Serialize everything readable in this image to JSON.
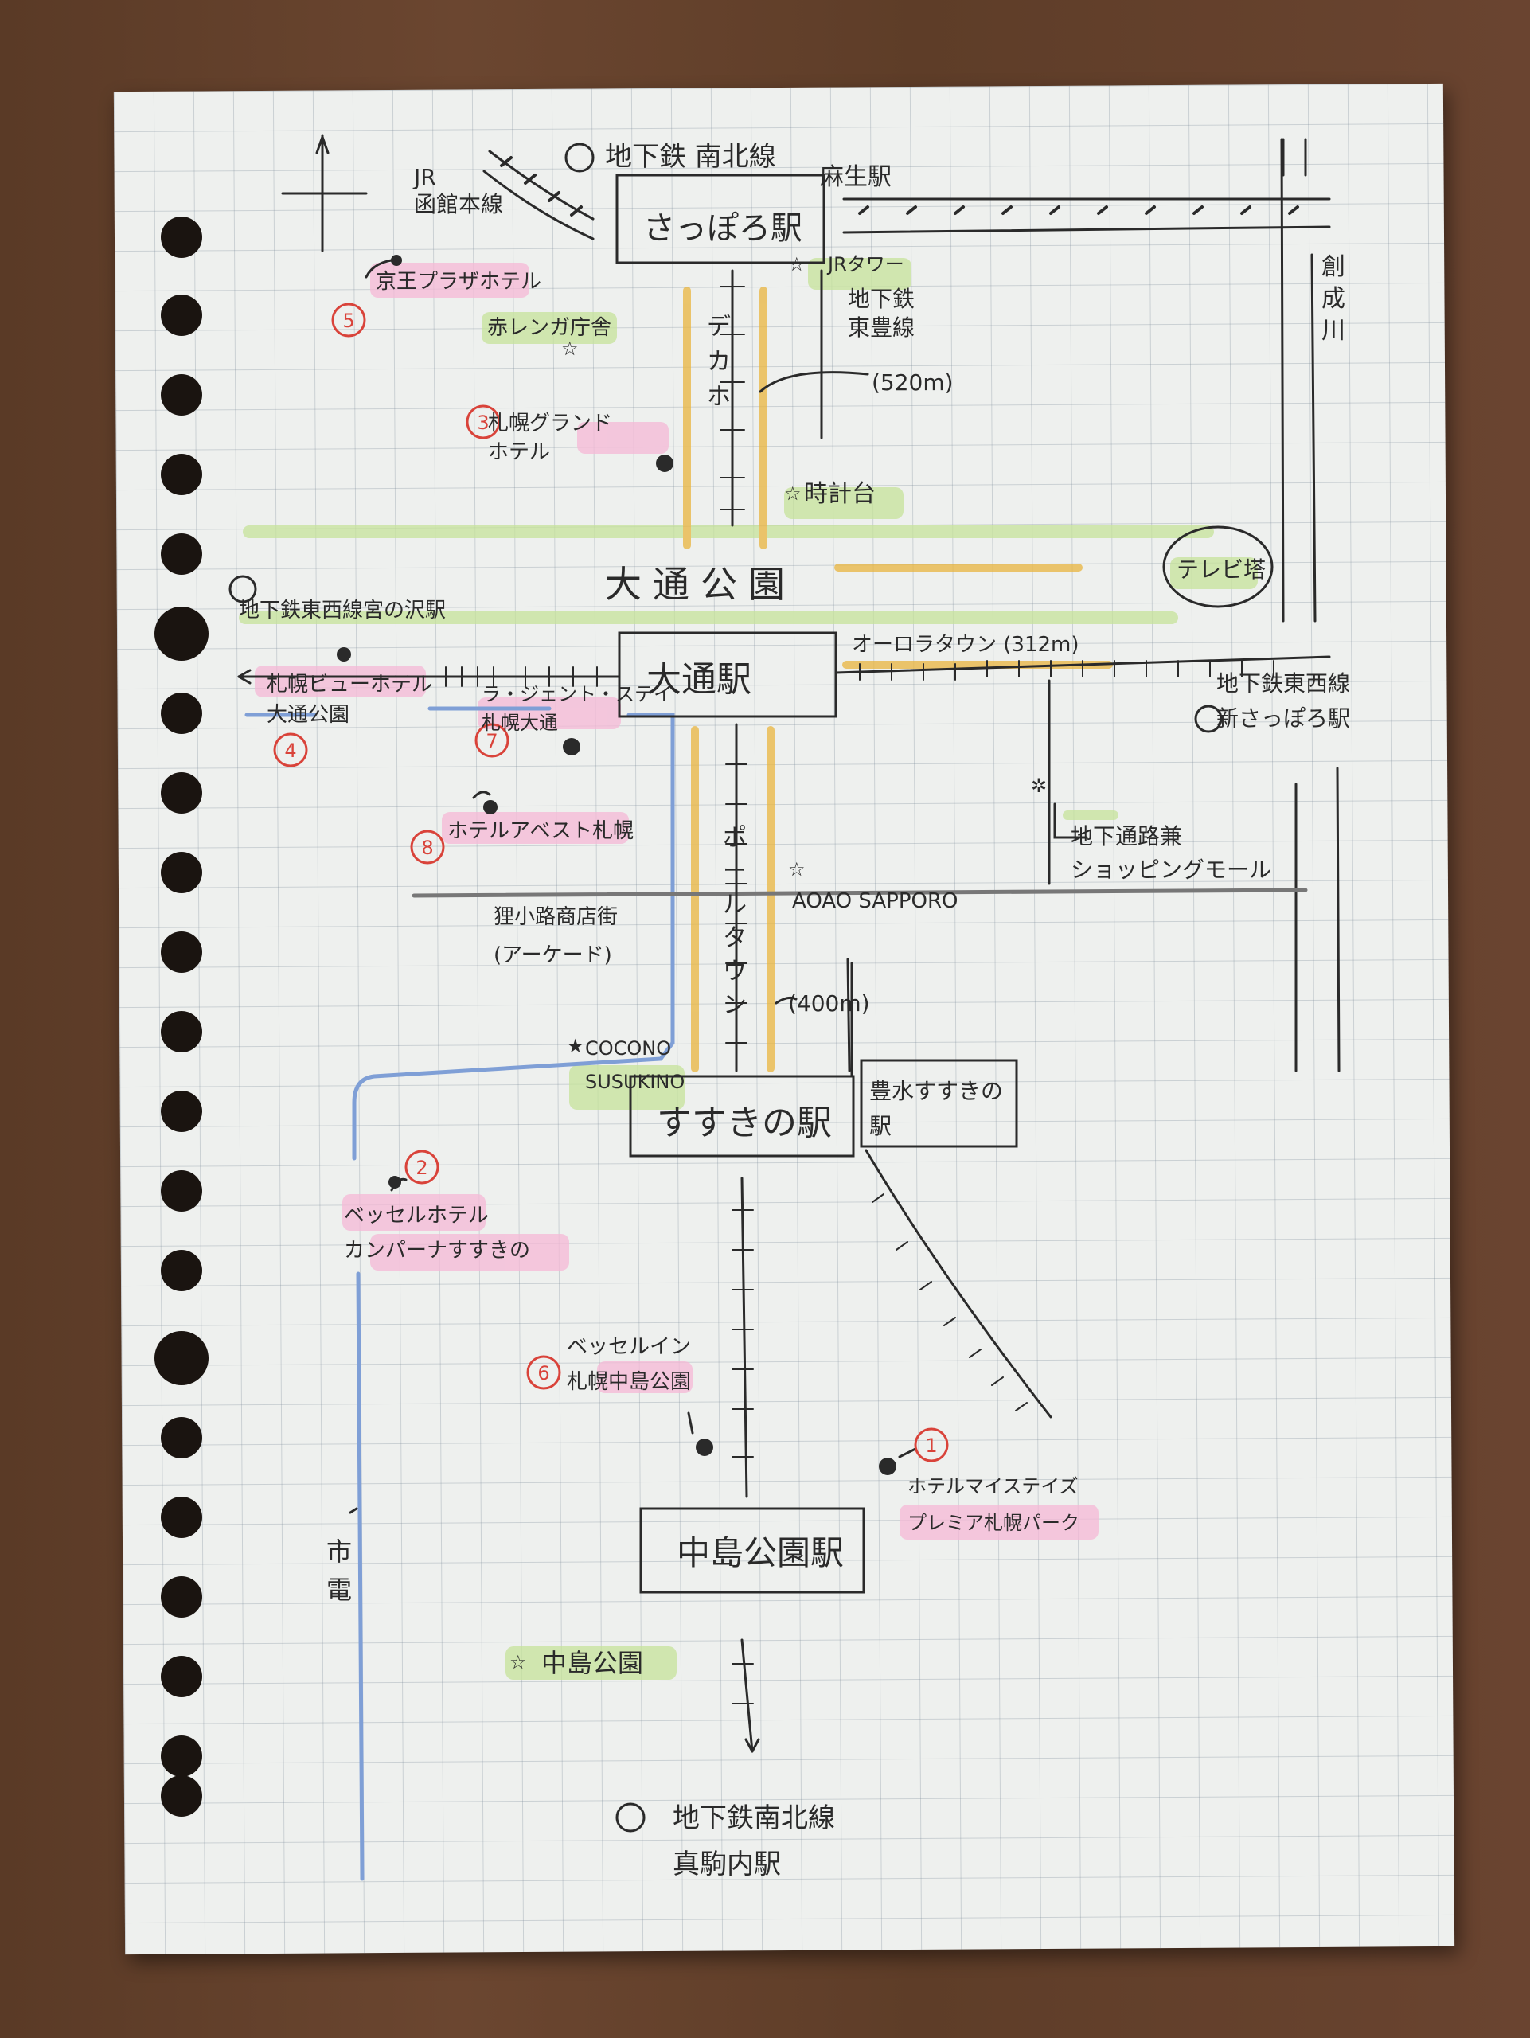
{
  "labels": {
    "line_top": "地下鉄 南北線",
    "jr_line": "JR\n函館本線",
    "asabu": "麻生駅",
    "sapporo_station": "さっぽろ駅",
    "jr_tower": "JRタワー",
    "keio_plaza": "京王プラザホテル",
    "akarenga": "赤レンガ庁舎",
    "tozai_higashi_label": "地下鉄\n東豊線",
    "dekaho_dist": "(520m)",
    "dekaho": "デカホ",
    "grand_hotel": "札幌グランド\nホテル",
    "tokeidai": "時計台",
    "sosei_river": "創成川",
    "tv_tower": "テレビ塔",
    "odori_park": "大通公園",
    "tozai_west": "地下鉄東西線宮の沢駅",
    "odori_station": "大通駅",
    "aurora_town": "オーロラタウン (312m)",
    "tozai_east": "地下鉄東西線\n新さっぽろ駅",
    "view_hotel": "札幌ビューホテル\n大通公園",
    "granbell": "ラ・ジェント・ステイ\n札幌大通",
    "underground_mall": "地下通路兼\nショッピングモール",
    "best_hotel": "ホテルアベスト札幌",
    "tanuki": "狸小路商店街\n(アーケード)",
    "aoao": "AOAO SAPPORO",
    "pole_town": "ポールタウン",
    "pole_dist": "(400m)",
    "cocono": "COCONO\nSUSUKINO",
    "susukino_station": "すすきの駅",
    "hosui_station": "豊水すすきの\n駅",
    "vessel_campana": "ベッセルホテル\nカンパーナすすきの",
    "vessel_inn": "ベッセルイン\n札幌中島公園",
    "mystays": "ホテルマイステイズ\nプレミア札幌パーク",
    "streetcar": "市電",
    "nakajima_station": "中島公園駅",
    "nakajima_park": "中島公園",
    "line_bottom": "地下鉄南北線\n真駒内駅",
    "n1": "1",
    "n2": "2",
    "n3": "3",
    "n4": "4",
    "n5": "5",
    "n6": "6",
    "n7": "7",
    "n8": "8"
  },
  "colors": {
    "paper": "#eef0ee",
    "ink": "#2a2a2a",
    "highlight_pink": "#f5b8d6",
    "highlight_green": "#c6e39a",
    "highlight_yellow": "#e9b53e",
    "tram_blue": "#7f9fd6",
    "number_red": "#d9433a"
  }
}
